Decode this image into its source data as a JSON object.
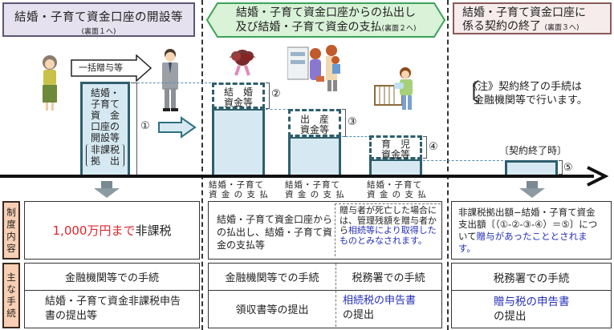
{
  "headers": {
    "opening": {
      "title": "結婚・子育て資金口座の開設等",
      "ref": "(裏面１へ)"
    },
    "withdrawal": {
      "line1": "結婚・子育て資金口座からの払出し",
      "line2": "及び結婚・子育て資金の支払",
      "ref": "(裏面２へ)"
    },
    "termination": {
      "line1": "結婚・子育て資金口座に",
      "line2": "係る契約の終了",
      "ref": "(裏面３へ)"
    }
  },
  "diagram": {
    "lump_gift_label": "一括贈与等",
    "account_box": [
      "結婚・",
      "子育て",
      "資　金",
      "口座の",
      "開設等"
    ],
    "account_box_note": [
      "非課税",
      "拠　出"
    ],
    "marks": [
      "①",
      "②",
      "③",
      "④",
      "⑤"
    ],
    "funds": [
      {
        "line1": "結　婚",
        "line2": "資金等"
      },
      {
        "line1": "出　産",
        "line2": "資金等"
      },
      {
        "line1": "育　児",
        "line2": "資金等"
      }
    ],
    "payment_captions": [
      {
        "line1": "結婚・子育て",
        "line2": "資 金 の 支 払"
      },
      {
        "line1": "結婚・子育て",
        "line2": "資 金 の 支 払"
      },
      {
        "line1": "結婚・子育て",
        "line2": "資 金 の 支 払"
      }
    ],
    "note": {
      "line1": "《注》契約終了の手続は",
      "line2": "金融機関等で行います。"
    },
    "termination_label": "契約終了時"
  },
  "row_labels": {
    "system": "制度内容",
    "procedure": "主な手続"
  },
  "table": {
    "col1": {
      "system_red": "1,000万円まで",
      "system_black": "非課税",
      "proc_header": "金融機関等での手続",
      "proc_body": "結婚・子育て資金非課税申告書の提出等"
    },
    "col2": {
      "system_left": "結婚・子育て資金口座からの払出し、結婚・子育て資金の支払等",
      "system_right_black": "贈与者が死亡した場合には、管理残額を贈与者から",
      "system_right_blue": "相続等により取得したものとみなされます。",
      "proc_header_left": "金融機関等での手続",
      "proc_header_right": "税務署での手続",
      "proc_body_left": "領収書等の提出",
      "proc_body_right_blue": "相続税の申告書",
      "proc_body_right_black": "の提出"
    },
    "col3": {
      "system_black": "非課税拠出額−結婚・子育て資金支出額〔（①-②-③-④）＝⑤〕について",
      "system_blue": "贈与があったこととされます。",
      "proc_header": "税務署での手続",
      "proc_body_blue": "贈与税の申告書",
      "proc_body_black": "の提出"
    }
  },
  "colors": {
    "red": "#e0262c",
    "blue": "#2530b8",
    "bar_fill": "#d6e9f2",
    "bar_border": "#2f5f6c",
    "label_fill": "#f8cfb4",
    "header1_fill": "#e6e1ef",
    "header2_fill": "#d9f2d8",
    "header3_fill": "#f6ecec"
  }
}
